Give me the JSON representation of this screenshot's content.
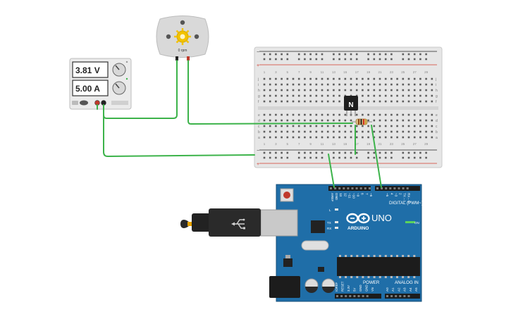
{
  "power_supply": {
    "voltage": "3.81 V",
    "current": "5.00 A"
  },
  "motor": {
    "speed_label": "0 rpm"
  },
  "transistor": {
    "label": "N"
  },
  "arduino": {
    "model": "UNO",
    "brand": "ARDUINO",
    "digital_label": "DIGITAL (PWM~)",
    "power_label": "POWER",
    "analog_label": "ANALOG IN",
    "on_label": "ON",
    "tx_label": "TX",
    "rx_label": "RX",
    "l_label": "L",
    "top_pins": [
      "AREF",
      "GND",
      "13",
      "12",
      "~11",
      "~10",
      "~9",
      "8",
      "7",
      "~6",
      "~5",
      "4",
      "~3",
      "2",
      "TX→1",
      "RX←0"
    ],
    "power_pins": [
      "IOREF",
      "RESET",
      "3.3V",
      "5V",
      "GND",
      "GND",
      "Vin"
    ],
    "analog_pins": [
      "A0",
      "A1",
      "A2",
      "A3",
      "A4",
      "A5"
    ]
  },
  "breadboard": {
    "row_letters_top": [
      "j",
      "i",
      "h",
      "g",
      "f"
    ],
    "row_letters_bottom": [
      "e",
      "d",
      "c",
      "b",
      "a"
    ],
    "col_numbers": [
      "1",
      "3",
      "5",
      "7",
      "9",
      "11",
      "13",
      "15",
      "17",
      "19",
      "21",
      "23",
      "25",
      "27",
      "29"
    ]
  },
  "colors": {
    "wire": "#3cb34a",
    "board": "#1f6ea8",
    "rail_red": "#d33a2c",
    "rail_black": "#222222",
    "breadboard": "#e9e9e9"
  }
}
